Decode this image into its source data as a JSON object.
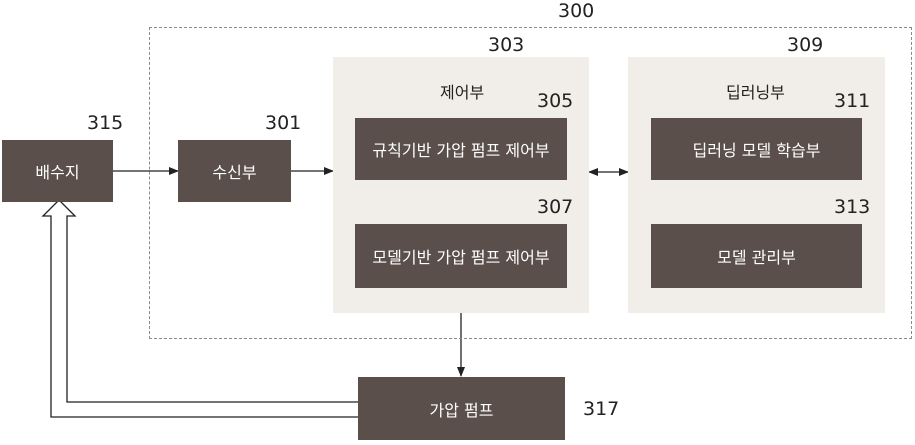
{
  "labels": {
    "system": "300",
    "receiver": "301",
    "controller": "303",
    "rule_ctrl": "305",
    "model_ctrl": "307",
    "deep_learning": "309",
    "learner": "311",
    "manager": "313",
    "reservoir": "315",
    "pump": "317"
  },
  "blocks": {
    "reservoir": "배수지",
    "receiver": "수신부",
    "controller_title": "제어부",
    "rule_ctrl": "규칙기반 가압 펌프 제어부",
    "model_ctrl": "모델기반 가압 펌프 제어부",
    "deep_title": "딥러닝부",
    "learner": "딥러닝 모델 학습부",
    "manager": "모델 관리부",
    "pump": "가압 펌프"
  },
  "colors": {
    "block": "#5a4f4a",
    "panel": "#f1ede9",
    "dashed_border": "#8a8a8a",
    "line": "#222222"
  }
}
